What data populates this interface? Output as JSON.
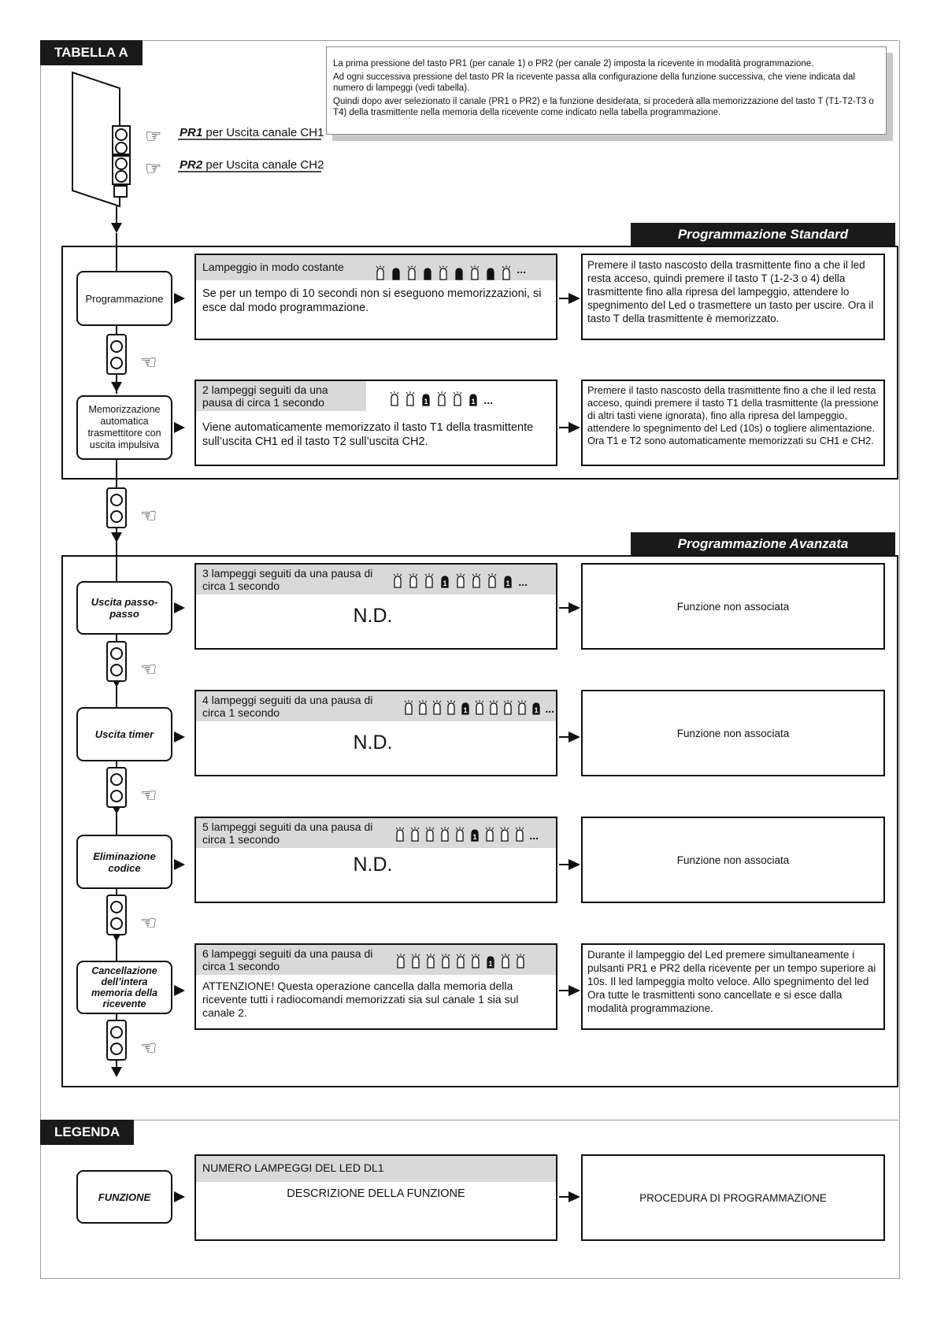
{
  "tabella_label": "TABELLA A",
  "legenda_label": "LEGENDA",
  "info_lines": [
    "La prima pressione del tasto PR1 (per canale 1) o PR2 (per canale 2) imposta la ricevente in modalità programmazione.",
    "Ad ogni successiva pressione del tasto PR la ricevente passa alla configurazione della funzione successiva, che viene indicata dal numero di lampeggi (vedi tabella).",
    "Quindi dopo aver selezionato il canale (PR1 o PR2) e la funzione desiderata, si procederà alla memorizzazione del tasto T (T1-T2-T3 o T4) della trasmittente nella memoria della ricevente come indicato nella tabella programmazione."
  ],
  "pr1": {
    "key": "PR1",
    "text": "per Uscita canale CH1"
  },
  "pr2": {
    "key": "PR2",
    "text": "per Uscita canale CH2"
  },
  "standard": {
    "title": "Programmazione  Standard",
    "rows": [
      {
        "func": "Programmazione",
        "header": "Lampeggio in modo costante",
        "leds": [
          "on",
          "off",
          "on",
          "off",
          "on",
          "off",
          "on",
          "off",
          "on",
          "more"
        ],
        "body": "Se per un tempo  di 10 secondi non si eseguono memorizzazioni, si esce dal modo programmazione.",
        "proc": "Premere il tasto nascosto della trasmittente fino a che il led resta acceso, quindi premere il tasto T (1-2-3 o 4) della trasmittente fino alla ripresa del lampeggio, attendere lo spegnimento del Led o trasmettere un tasto per uscire. Ora il tasto T della trasmittente è memorizzato."
      },
      {
        "func": "Memorizzazione automatica trasmettitore con uscita impulsiva",
        "header": "2 lampeggi seguiti da una pausa di circa 1 secondo",
        "leds": [
          "on",
          "on",
          "one",
          "on",
          "on",
          "one",
          "more"
        ],
        "body": "Viene automaticamente memorizzato il tasto T1 della trasmittente sull’uscita CH1 ed il tasto T2 sull’uscita CH2.",
        "proc": "Premere il tasto nascosto della trasmittente fino a che il led resta acceso, quindi premere il tasto T1 della trasmittente (la pressione di altri tasti viene ignorata), fino alla ripresa del lampeggio, attendere lo spegnimento del Led (10s) o togliere alimentazione. Ora T1 e T2 sono automaticamente memorizzati su CH1 e CH2."
      }
    ]
  },
  "avanzata": {
    "title": "Programmazione Avanzata",
    "rows": [
      {
        "func": "Uscita passo-passo",
        "header": "3 lampeggi seguiti da una pausa di circa 1 secondo",
        "leds": [
          "on",
          "on",
          "on",
          "one",
          "on",
          "on",
          "on",
          "one",
          "more"
        ],
        "body": "N.D.",
        "proc": "Funzione non associata"
      },
      {
        "func": "Uscita timer",
        "header": "4 lampeggi seguiti da una pausa di circa 1 secondo",
        "leds": [
          "on",
          "on",
          "on",
          "on",
          "one",
          "on",
          "on",
          "on",
          "on",
          "one",
          "more"
        ],
        "body": "N.D.",
        "proc": "Funzione non associata"
      },
      {
        "func": "Eliminazione codice",
        "header": "5 lampeggi seguiti da una pausa di circa 1 secondo",
        "leds": [
          "on",
          "on",
          "on",
          "on",
          "on",
          "one",
          "on",
          "on",
          "on",
          "more"
        ],
        "body": "N.D.",
        "proc": "Funzione non associata"
      },
      {
        "func": "Cancellazione dell’intera memoria della ricevente",
        "header": "6 lampeggi seguiti da una pausa di circa 1 secondo",
        "leds": [
          "on",
          "on",
          "on",
          "on",
          "on",
          "on",
          "one",
          "on",
          "on"
        ],
        "body": "ATTENZIONE! Questa operazione cancella dalla memoria della ricevente tutti i radiocomandi memorizzati sia sul canale 1 sia sul canale 2.",
        "proc": "Durante il lampeggio del Led premere simultaneamente i pulsanti PR1 e PR2 della ricevente per un tempo superiore ai 10s. Il led lampeggia molto veloce. Allo spegnimento del led Ora tutte le trasmittenti sono cancellate e si esce dalla modalità programmazione."
      }
    ]
  },
  "legend": {
    "func": "FUNZIONE",
    "header": "NUMERO LAMPEGGI DEL LED DL1",
    "body": "DESCRIZIONE DELLA FUNZIONE",
    "proc": "PROCEDURA DI PROGRAMMAZIONE"
  }
}
